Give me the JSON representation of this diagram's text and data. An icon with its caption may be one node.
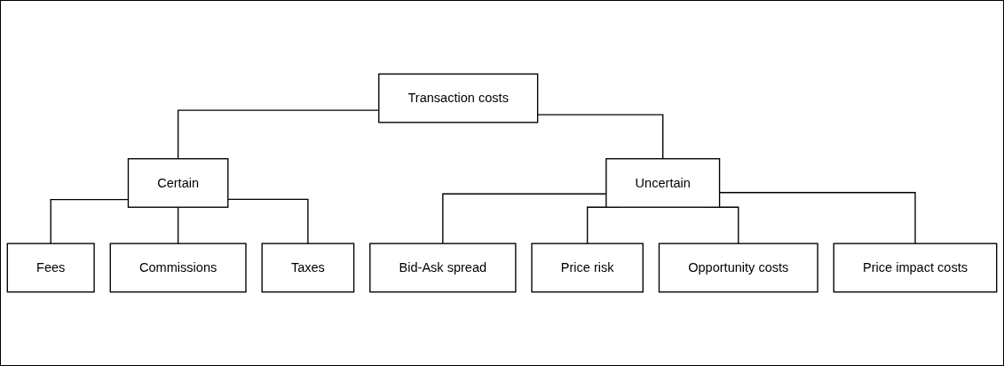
{
  "diagram": {
    "nodes": [
      {
        "text": [
          "Transaction costs"
        ]
      },
      {
        "text": [
          "Certain"
        ]
      },
      {
        "text": [
          "Uncertain"
        ]
      },
      {
        "text": [
          "Fees"
        ]
      },
      {
        "text": [
          "Commissions"
        ]
      },
      {
        "text": [
          "Taxes"
        ]
      },
      {
        "text": [
          "Bid-Ask spread"
        ]
      },
      {
        "text": [
          "Price risk"
        ]
      },
      {
        "text": [
          "Opportunity costs"
        ]
      },
      {
        "text": [
          "Price impact costs"
        ]
      }
    ],
    "edges": [
      {
        "from": 0,
        "to": 1,
        "arrow": "none"
      },
      {
        "from": 0,
        "to": 2,
        "arrow": "none"
      },
      {
        "from": 1,
        "to": 3,
        "arrow": "none"
      },
      {
        "from": 1,
        "to": 4,
        "arrow": "none"
      },
      {
        "from": 1,
        "to": 5,
        "arrow": "none"
      },
      {
        "from": 2,
        "to": 6,
        "arrow": "none"
      },
      {
        "from": 2,
        "to": 7,
        "arrow": "none"
      },
      {
        "from": 2,
        "to": 8,
        "arrow": "none"
      },
      {
        "from": 2,
        "to": 9,
        "arrow": "none"
      }
    ]
  }
}
